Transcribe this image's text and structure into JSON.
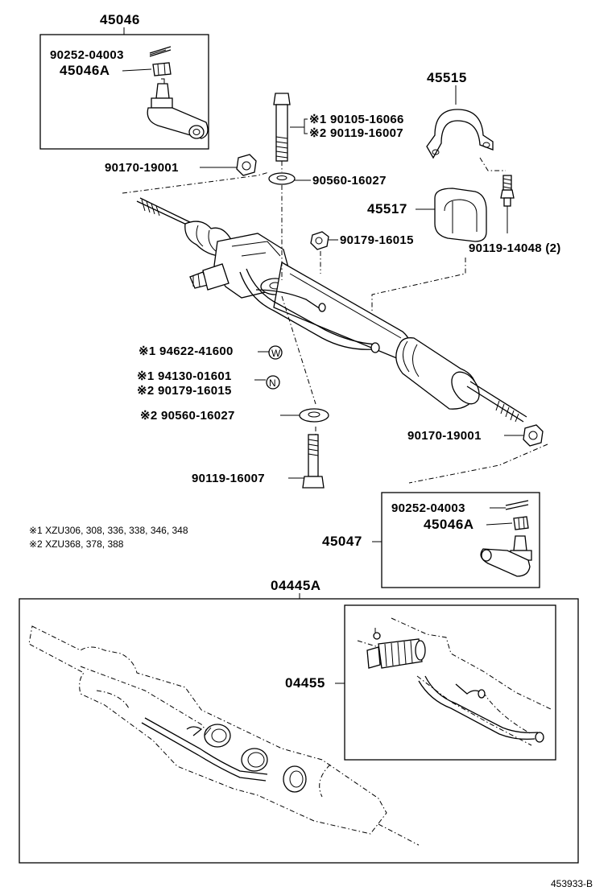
{
  "groups": {
    "tie_rod_end_lh": "45046",
    "bracket": "45515",
    "tie_rod_end_rh": "45047",
    "gear_assy": "04445A",
    "gasket_kit": "04455"
  },
  "parts": {
    "cotter_pin_top": "90252-04003",
    "nut_top": "45046A",
    "bolt_1": "※1 90105-16066",
    "bolt_2": "※2 90119-16007",
    "nut_left": "90170-19001",
    "washer_top": "90560-16027",
    "grommet": "45517",
    "nut_mid": "90179-16015",
    "bolt_bracket": "90119-14048 (2)",
    "label_w": "※1 94622-41600",
    "label_n1": "※1 94130-01601",
    "label_n2": "※2 90179-16015",
    "washer_bottom": "※2 90560-16027",
    "nut_right": "90170-19001",
    "bolt_bottom": "90119-16007",
    "cotter_pin_bottom": "90252-04003",
    "nut_bottom": "45046A"
  },
  "markers": {
    "w": "W",
    "n": "N"
  },
  "notes": {
    "note1": "※1 XZU306, 308, 336, 338, 346, 348",
    "note2": "※2 XZU368, 378, 388"
  },
  "figure_id": "453933-B"
}
